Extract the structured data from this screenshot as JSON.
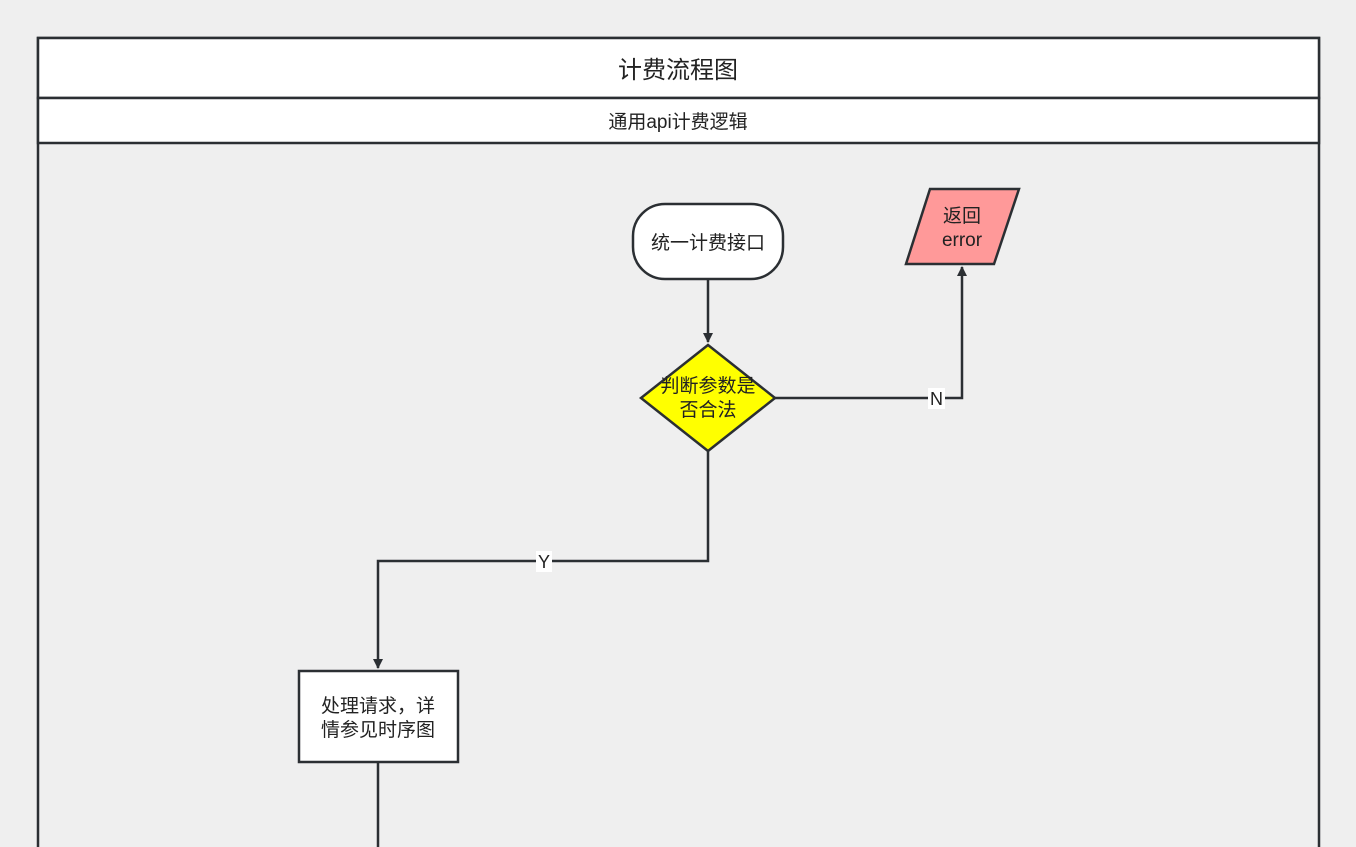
{
  "title": "计费流程图",
  "lane": "通用api计费逻辑",
  "nodes": {
    "start": {
      "label": "统一计费接口",
      "shape": "terminator"
    },
    "decision": {
      "line1": "判断参数是",
      "line2": "否合法",
      "shape": "diamond"
    },
    "error": {
      "line1": "返回",
      "line2": "error",
      "shape": "parallelogram"
    },
    "process": {
      "line1": "处理请求，详",
      "line2": "情参见时序图",
      "shape": "rectangle"
    }
  },
  "edges": {
    "no_label": "N",
    "yes_label": "Y"
  },
  "colors": {
    "background": "#efefef",
    "stroke": "#2b2f33",
    "decision_fill": "#ffff00",
    "error_fill": "#ff9999",
    "node_fill": "#ffffff"
  }
}
